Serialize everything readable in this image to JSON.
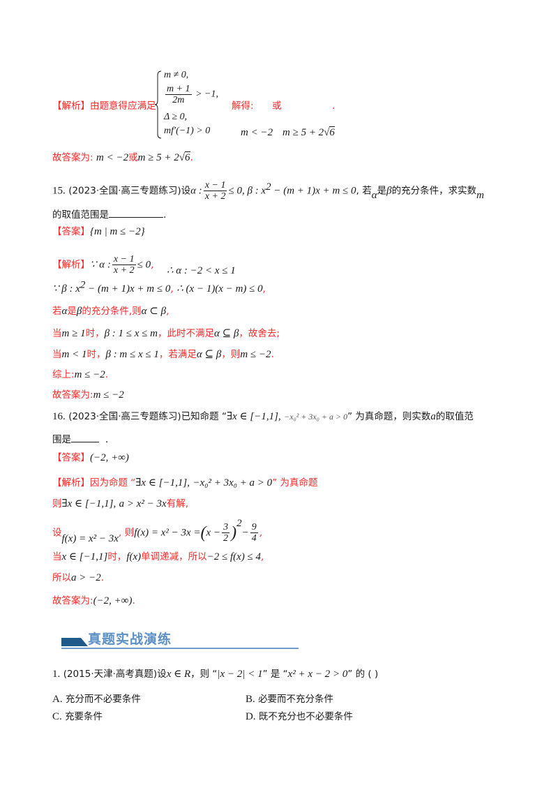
{
  "prev_solution": {
    "label": "【解析】",
    "intro": "由题意得应满足",
    "system": [
      "m ≠ 0,",
      "(m+1)/(2m) > −1,",
      "Δ ≥ 0,",
      "mf′(−1) > 0"
    ],
    "system_frac": {
      "num": "m + 1",
      "den": "2m",
      "rest": " > −1,"
    },
    "solved_label": "解得:",
    "or_word": "或",
    "period": ".",
    "solution_a": "m < −2",
    "solution_b_prefix": "m ≥ 5 + 2",
    "solution_b_root": "6",
    "answer_label": "故答案为:",
    "answer_a": "m < −2",
    "answer_or": "或",
    "answer_b_prefix": "m ≥ 5 + 2",
    "answer_b_root": "6",
    "answer_end": "."
  },
  "q15": {
    "number": "15.",
    "source": "(2023·全国·高三专题练习)",
    "lead": "设",
    "alpha": "α :",
    "frac_num": "x − 1",
    "frac_den": "x + 2",
    "after_frac": "≤ 0, β : x",
    "sq": "2",
    "tail": " − (m + 1)x + m ≤ 0",
    "comma": ",",
    "cond_text_1": "若",
    "cond_alpha": "α",
    "cond_text_2": "是",
    "cond_beta": "β",
    "cond_text_3": "的充分条件，求实数",
    "cond_m": "m",
    "line2": "的取值范围是",
    "line2_end": ".",
    "answer_label": "【答案】",
    "answer": "{m | m ≤ −2}",
    "analysis_label": "【解析】",
    "a1_because": "∵ α :",
    "a1_num": "x − 1",
    "a1_den": "x + 2",
    "a1_tail": "≤ 0",
    "a1_comma": ",",
    "a1_result": "∴ α : −2 < x ≤ 1",
    "a2_math": "∵ β : x",
    "a2_sq": "2",
    "a2_tail": " − (m + 1)x + m ≤ 0",
    "a2_comma": ",",
    "a2_result": "∴ (x − 1)(x − m) ≤ 0",
    "a2_end": ",",
    "a3_text1": "若",
    "a3_alpha": "α",
    "a3_text2": "是",
    "a3_beta": "β",
    "a3_text3": "的充分条件,则",
    "a3_math": "α ⊂ β",
    "a3_end": ",",
    "a4_text1": "当",
    "a4_cond": "m ≥ 1",
    "a4_text2": "时，",
    "a4_math": "β : 1 ≤ x ≤ m",
    "a4_text3": "，此时不满足",
    "a4_subset": "α ⊆ β",
    "a4_text4": "，故舍去;",
    "a5_text1": "当",
    "a5_cond": "m < 1",
    "a5_text2": "时，",
    "a5_math": "β : m ≤ x ≤ 1",
    "a5_text3": "，若满足",
    "a5_subset": "α ⊆ β",
    "a5_text4": "，则",
    "a5_res": "m ≤ −2",
    "a5_end": ".",
    "summary_label": "综上:",
    "summary": "m ≤ −2",
    "summary_end": ".",
    "final_label": "故答案为:",
    "final": "m ≤ −2"
  },
  "q16": {
    "number": "16.",
    "source": "(2023·全国·高三专题练习)",
    "text1": "已知命题 “",
    "exists": "∃x ∈ [−1,1],",
    "expr": "−x₀² + 3x₀ + a > 0",
    "text2": "” 为真命题，则实数",
    "var_a": "a",
    "text3": "的取值范",
    "line2": "围是",
    "line2_end": ".",
    "answer_label": "【答案】",
    "answer": "(−2, +∞)",
    "analysis_label": "【解析】",
    "b1_text1": "因为命题 “",
    "b1_exists": "∃x ∈ [−1,1],",
    "b1_expr": "−x₀² + 3x₀ + a > 0",
    "b1_text2": "” 为真命题",
    "b2_text1": "则",
    "b2_exists": "∃x ∈ [−1,1],",
    "b2_expr": "a > x² − 3x",
    "b2_text2": "有解,",
    "b3_text1": "设",
    "b3_def": "f(x) = x² − 3x",
    "b3_comma": ",",
    "b3_text2": "则",
    "b3_expr_lead": "f(x) = x² − 3x =",
    "b3_paren_open": "(",
    "b3_x": "x −",
    "b3_f1_num": "3",
    "b3_f1_den": "2",
    "b3_paren_close": ")",
    "b3_sq": "2",
    "b3_minus": "−",
    "b3_f2_num": "9",
    "b3_f2_den": "4",
    "b3_end": ",",
    "b4_text1": "当",
    "b4_interval": "x ∈ [−1,1]",
    "b4_text2": "时，",
    "b4_fx": "f(x)",
    "b4_text3": "单调递减，所以",
    "b4_range": "−2 ≤ f(x) ≤ 4",
    "b4_end": ",",
    "b5_text1": "所以",
    "b5_math": "a > −2",
    "b5_end": ".",
    "final_label": "故答案为:",
    "final": "(−2, +∞)",
    "final_end": "."
  },
  "section": {
    "title": "真题实战演练",
    "bar_color": "#1f5a8a",
    "title_color": "#5b8fc7"
  },
  "exam_q1": {
    "number": "1.",
    "source": "(2015·天津·高考真题)",
    "text1": "设",
    "set": "x ∈ R",
    "text2": "，则 “",
    "cond1": "|x − 2| < 1",
    "text3": "” 是 “",
    "cond2": "x² + x − 2 > 0",
    "text4": "” 的 (    )",
    "options": [
      {
        "label": "A.",
        "text": "充分而不必要条件"
      },
      {
        "label": "B.",
        "text": "必要而不充分条件"
      },
      {
        "label": "C.",
        "text": "充要条件"
      },
      {
        "label": "D.",
        "text": "既不充分也不必要条件"
      }
    ]
  },
  "colors": {
    "accent_red": "#ff2a2a",
    "text": "#1a1a1a"
  }
}
